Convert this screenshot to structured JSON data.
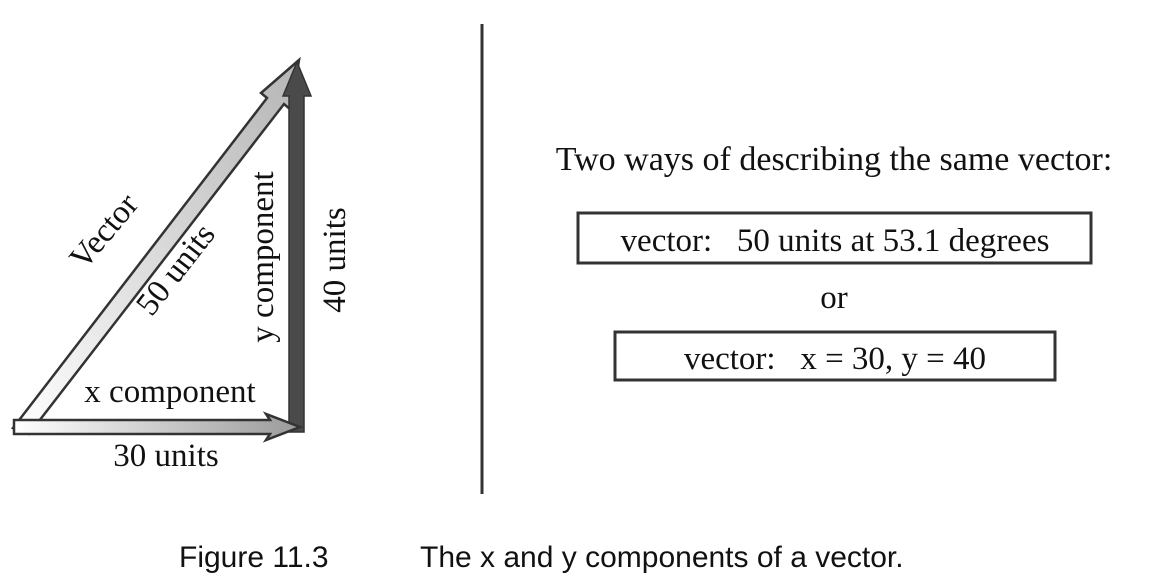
{
  "diagram": {
    "vector_label": "Vector",
    "vector_magnitude_label": "50 units",
    "x_component_label": "x component",
    "x_magnitude_label": "30 units",
    "y_component_label": "y component",
    "y_magnitude_label": "40 units"
  },
  "right_panel": {
    "heading": "Two ways of describing the same vector:",
    "box1": "vector:   50 units at 53.1 degrees",
    "connector": "or",
    "box2": "vector:   x = 30, y = 40"
  },
  "caption": {
    "number": "Figure 11.3",
    "text": "The x and y components of a vector."
  }
}
